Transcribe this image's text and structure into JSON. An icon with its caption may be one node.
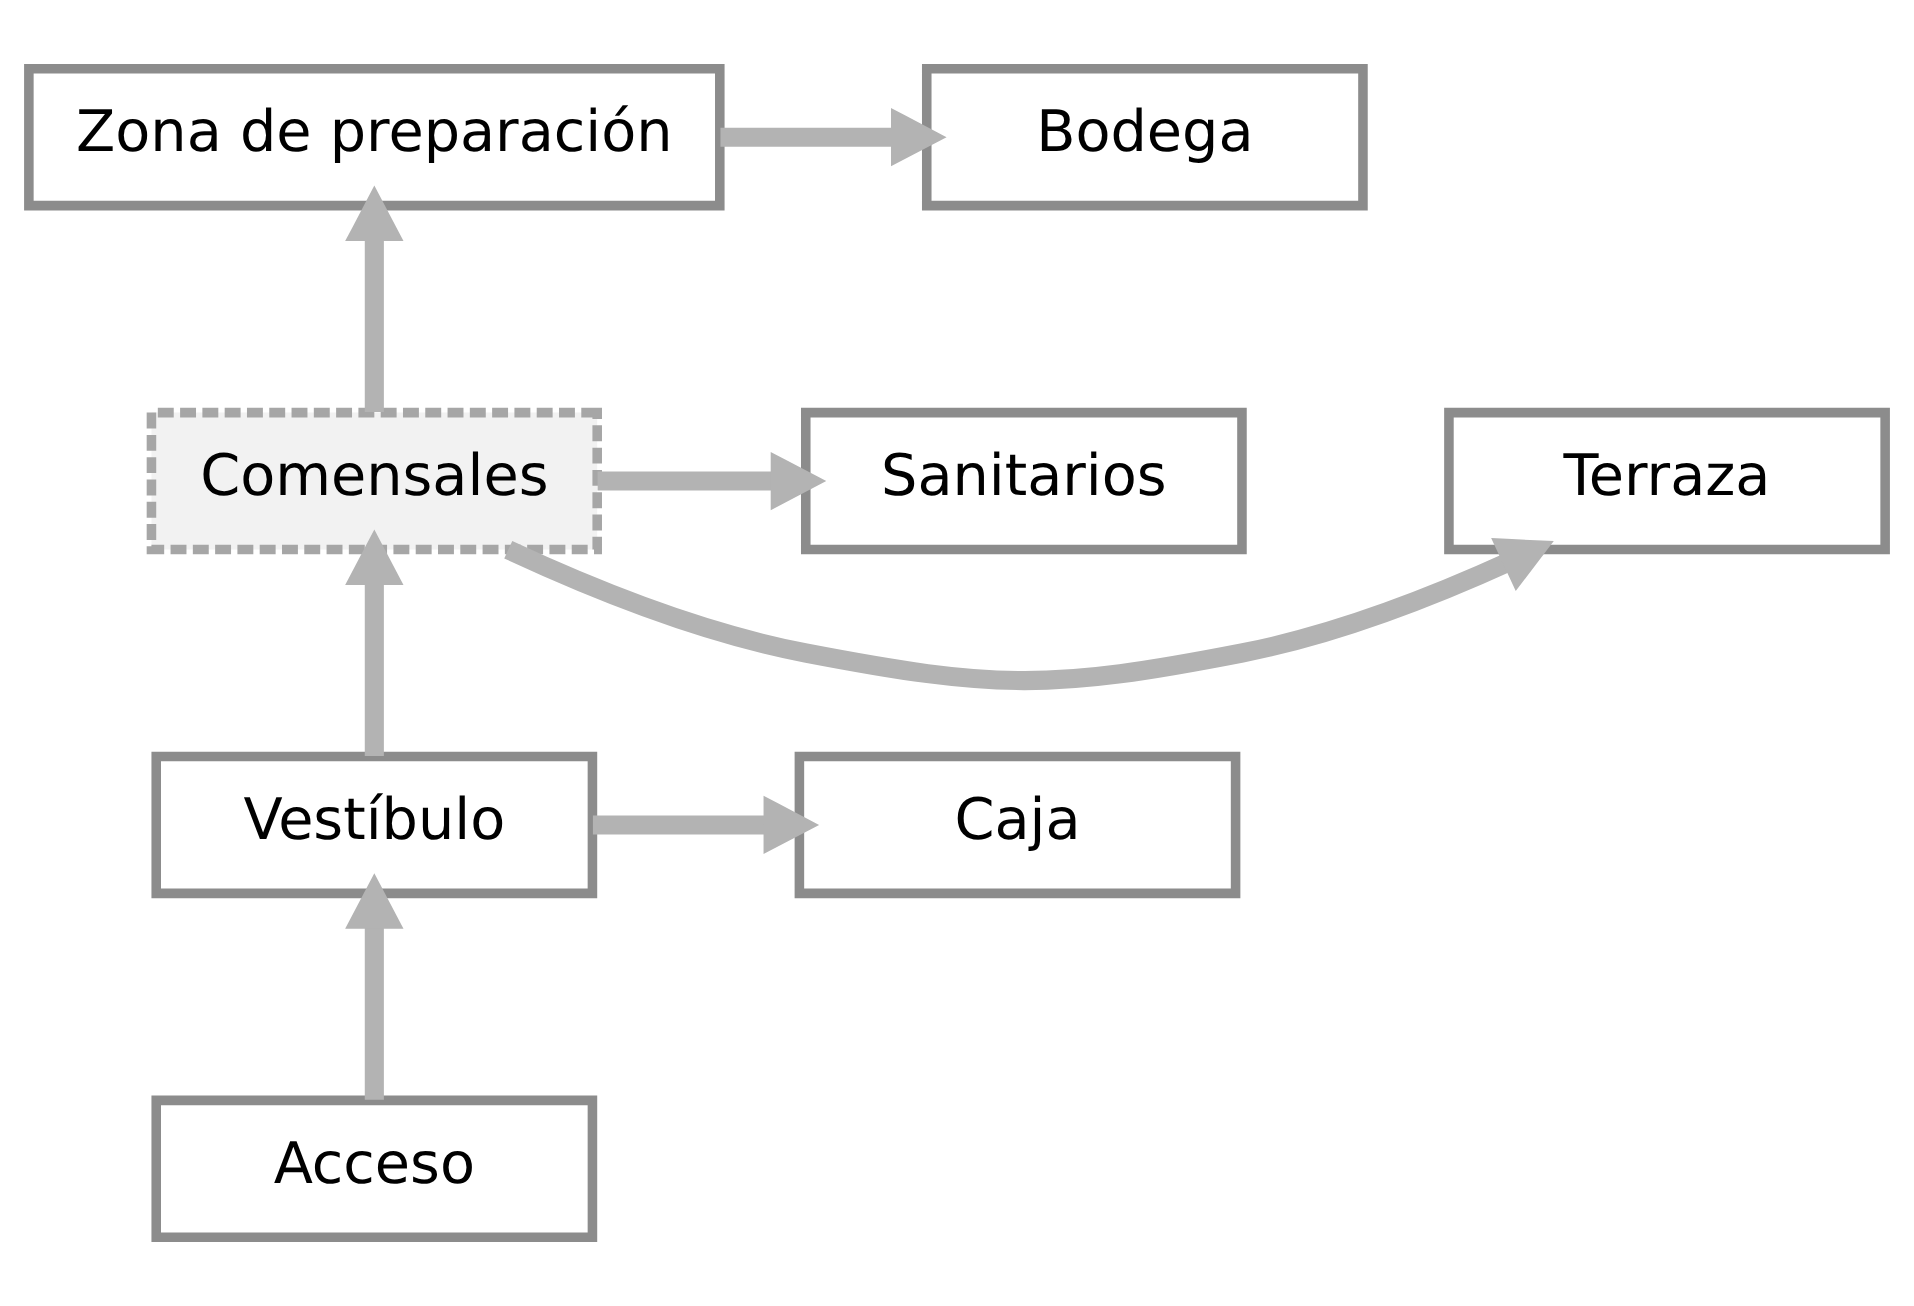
{
  "diagram": {
    "nodes": [
      {
        "text": [
          "Bodega"
        ]
      },
      {
        "text": [
          "Zona de preparación"
        ]
      },
      {
        "text": [
          "Terraza"
        ]
      },
      {
        "text": [
          "Comensales"
        ]
      },
      {
        "text": [
          "Sanitarios"
        ]
      },
      {
        "text": [
          "Caja"
        ]
      },
      {
        "text": [
          "Vestíbulo"
        ]
      },
      {
        "text": [
          "Acceso"
        ]
      }
    ],
    "edges": [
      {
        "from": 7,
        "to": 6,
        "arrow": "to"
      },
      {
        "from": 6,
        "to": 5,
        "arrow": "to"
      },
      {
        "from": 6,
        "to": 3,
        "arrow": "to"
      },
      {
        "from": 3,
        "to": 2,
        "arrow": "to"
      },
      {
        "from": 3,
        "to": 4,
        "arrow": "to"
      },
      {
        "from": 3,
        "to": 1,
        "arrow": "to"
      },
      {
        "from": 1,
        "to": 0,
        "arrow": "to"
      }
    ]
  }
}
